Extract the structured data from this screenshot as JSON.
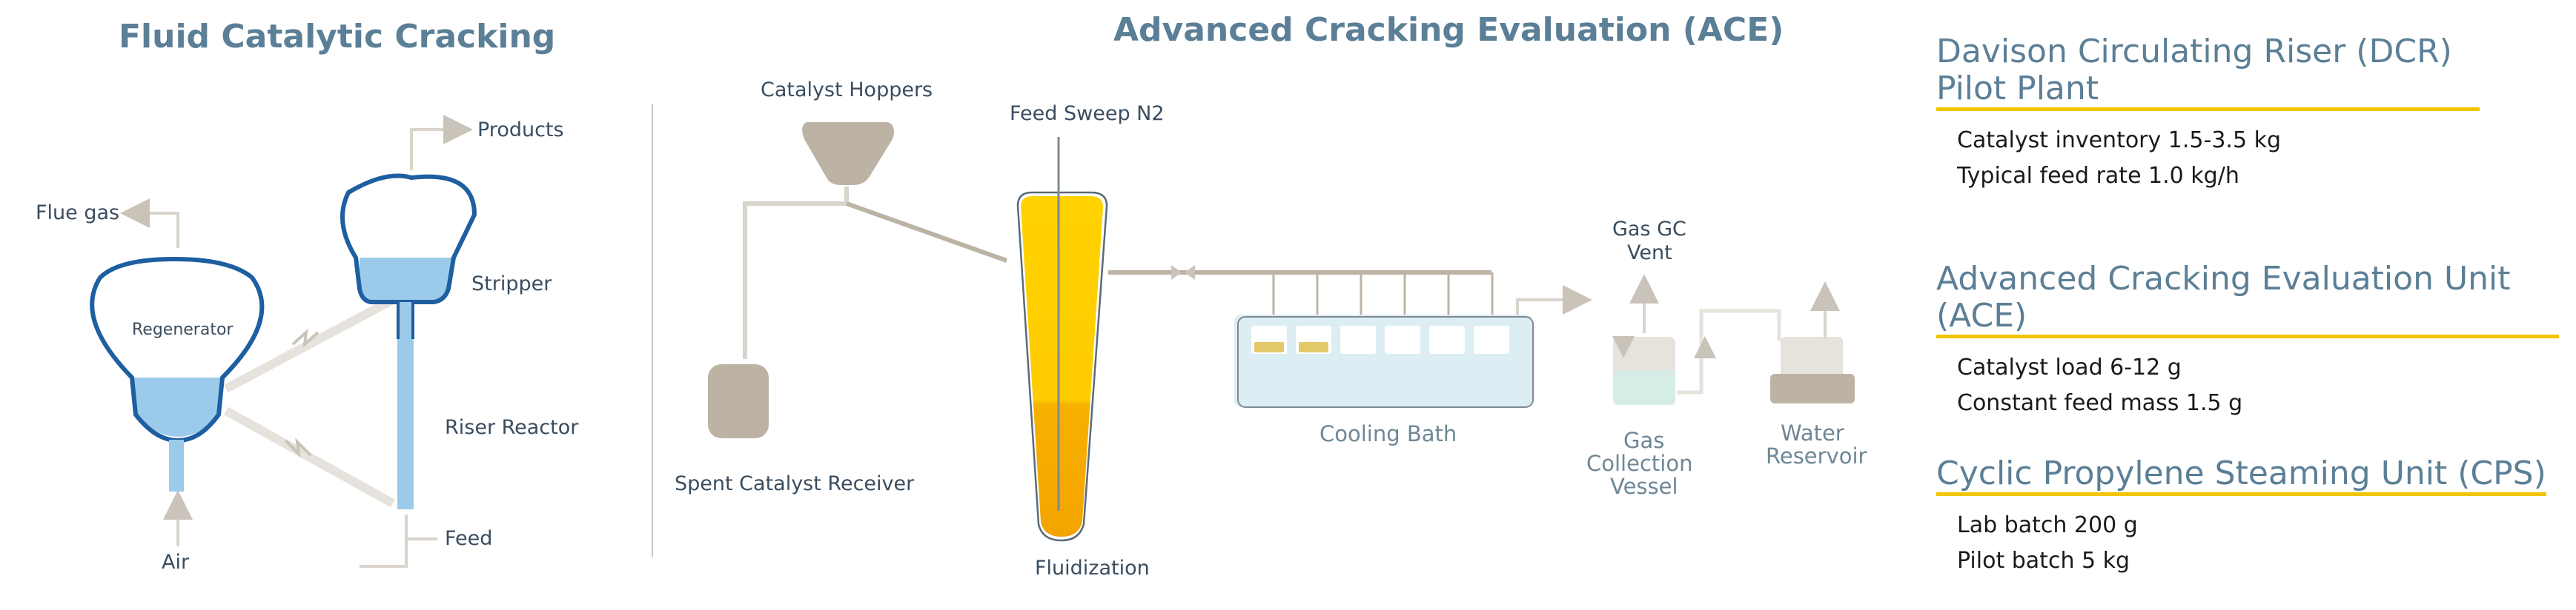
{
  "colors": {
    "accent": "#f2c500",
    "title": "#5b7f96",
    "blue_outline": "#1d5fa0",
    "blue_fill": "#9ccaea",
    "grey_pipe": "#d9d4cc",
    "hopper": "#bcb3a5",
    "flame_yellow": "#ffd000",
    "flame_orange": "#f5a800"
  },
  "fcc": {
    "title": "Fluid Catalytic Cracking",
    "products": "Products",
    "flue_gas": "Flue gas",
    "regenerator": "Regenerator",
    "stripper": "Stripper",
    "riser_reactor": "Riser Reactor",
    "air": "Air",
    "feed": "Feed"
  },
  "ace": {
    "title": "Advanced Cracking Evaluation (ACE)",
    "catalyst_hoppers": "Catalyst Hoppers",
    "feed_sweep": "Feed Sweep N2",
    "spent_receiver": "Spent Catalyst Receiver",
    "fluidization": "Fluidization",
    "cooling_bath": "Cooling Bath",
    "gas_gc_line1": "Gas GC",
    "gas_gc_line2": "Vent",
    "gas_vessel_line1": "Gas",
    "gas_vessel_line2": "Collection",
    "gas_vessel_line3": "Vessel",
    "water_line1": "Water",
    "water_line2": "Reservoir"
  },
  "sections": [
    {
      "title_line1": "Davison Circulating Riser (DCR)",
      "title_line2": "Pilot Plant",
      "lines": [
        "Catalyst inventory  1.5-3.5 kg",
        "Typical feed rate 1.0 kg/h"
      ]
    },
    {
      "title_line1": "Advanced Cracking Evaluation Unit (ACE)",
      "lines": [
        "Catalyst load 6-12 g",
        "Constant feed mass 1.5 g"
      ]
    },
    {
      "title_line1": "Cyclic Propylene Steaming Unit (CPS)",
      "lines": [
        "Lab batch 200 g",
        "Pilot batch 5 kg"
      ]
    }
  ]
}
